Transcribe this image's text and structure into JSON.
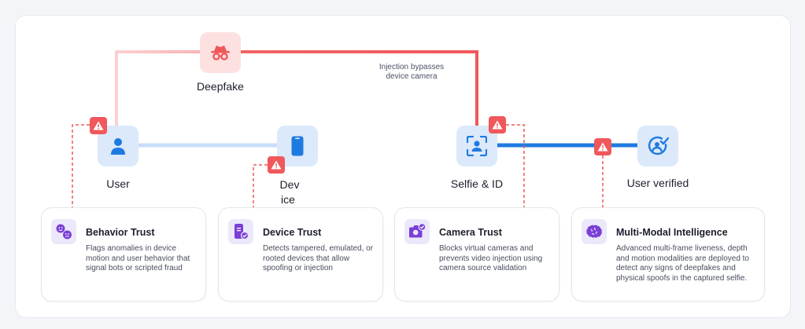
{
  "nodes": {
    "deepfake": "Deepfake",
    "user": "User",
    "device_line1": "Dev",
    "device_line2": "ice",
    "selfie": "Selfie & ID",
    "verified": "User verified"
  },
  "annotation": "Injection bypasses device camera",
  "cards": [
    {
      "title": "Behavior Trust",
      "description": "Flags anomalies in device motion and user behavior that signal bots or scripted fraud"
    },
    {
      "title": "Device Trust",
      "description": "Detects tampered, emulated, or rooted devices that allow spoofing or injection"
    },
    {
      "title": "Camera Trust",
      "description": "Blocks virtual cameras and prevents video injection using camera source validation"
    },
    {
      "title": "Multi-Modal Intelligence",
      "description": "Advanced multi-frame liveness, depth and motion modalities are deployed to detect any signs of deepfakes and physical spoofs in the captured selfie."
    }
  ],
  "colors": {
    "accent_blue": "#1f7ae0",
    "threat_red": "#f0585b",
    "card_icon": "#7a3fd6"
  },
  "icons": {
    "deepfake": "spy-icon",
    "user": "person-icon",
    "device": "phone-icon",
    "selfie": "face-scan-icon",
    "verified": "verified-face-icon",
    "warning": "warning-icon"
  }
}
